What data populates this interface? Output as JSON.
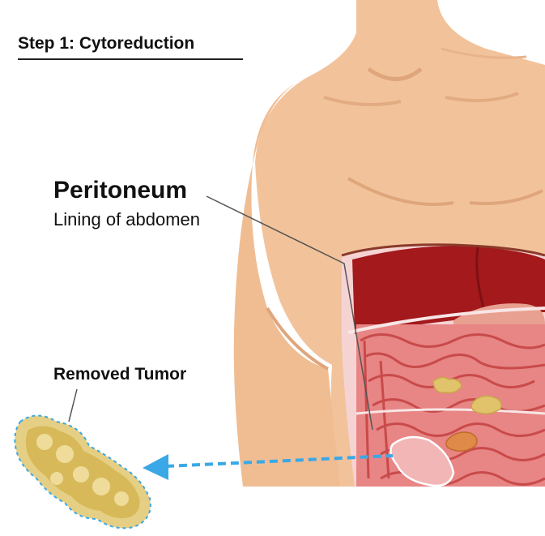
{
  "step_title": "Step 1: Cytoreduction",
  "peritoneum": {
    "title": "Peritoneum",
    "subtitle": "Lining of abdomen"
  },
  "tumor_label": "Removed Tumor",
  "colors": {
    "skin": "#f2c39b",
    "skin_shadow": "#dfa57b",
    "liver": "#a3191c",
    "intestine": "#e88585",
    "intestine_dark": "#c94a4a",
    "tumor": "#e0c36a",
    "arrow": "#3aa8e6"
  }
}
